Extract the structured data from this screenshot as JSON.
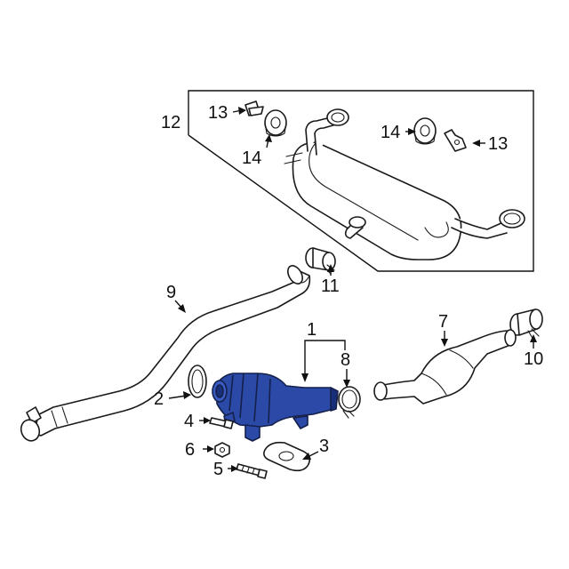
{
  "colors": {
    "highlight": "#2b4aa8",
    "highlight_dark": "#1a2f7a",
    "line": "#1a1a1a",
    "background": "#ffffff"
  },
  "callouts": {
    "c1": "1",
    "c2": "2",
    "c3": "3",
    "c4": "4",
    "c5": "5",
    "c6": "6",
    "c7": "7",
    "c8": "8",
    "c9": "9",
    "c10": "10",
    "c11": "11",
    "c12": "12",
    "c13a": "13",
    "c13b": "13",
    "c14a": "14",
    "c14b": "14"
  }
}
